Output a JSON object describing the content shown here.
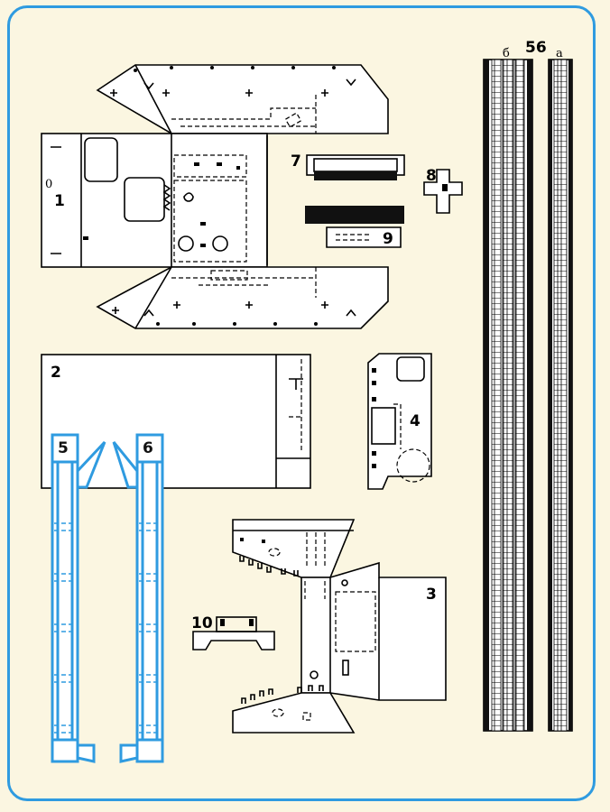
{
  "colors": {
    "background": "#fbf6e1",
    "frame": "#2f9be0",
    "ink": "#000000",
    "cut_blue": "#2f9be0"
  },
  "labels": {
    "part1": "1",
    "part2": "2",
    "part3": "3",
    "part4": "4",
    "part5": "5",
    "part6": "6",
    "part7": "7",
    "part8": "8",
    "part9": "9",
    "part10": "10",
    "part56": "56",
    "track_b": "б",
    "track_a": "а",
    "part1_mark": "0"
  }
}
